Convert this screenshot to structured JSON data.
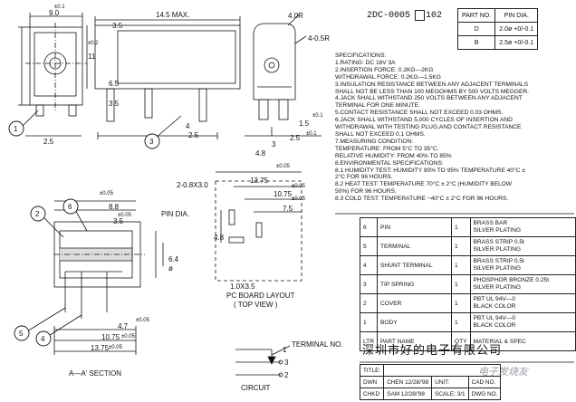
{
  "part_number": {
    "code": "2DC-0005",
    "box": "",
    "suffix": "102"
  },
  "pin_table": {
    "headers": [
      "PART NO.",
      "PIN DIA."
    ],
    "rows": [
      {
        "part": "D",
        "dia": "2.0ø +0/-0.1"
      },
      {
        "part": "B",
        "dia": "2.5ø +0/-0.1"
      }
    ]
  },
  "dimensions": {
    "top_view": [
      "±0.1",
      "9.0",
      "14.5 MAX.",
      "3.5",
      "4.0R",
      "4-0.5R",
      "±0.2",
      "11",
      "6.5",
      "3.5",
      "2.5",
      "4",
      "1.5",
      "±0.1",
      "2.5",
      "3",
      "4.8",
      "2.5",
      "±0.1"
    ],
    "section": [
      "2-0.8X3.0",
      "±0.05",
      "8.8",
      "±0.05",
      "3.5",
      "±0.05",
      "±0.05",
      "13.75",
      "±0.05",
      "10.75",
      "7.5",
      "4.8",
      "1.0X3.5",
      "PIN DIA.",
      "6.4",
      "ø",
      "±0.05",
      "4.7",
      "10.75",
      "13.75",
      "±0.05",
      "±0.05"
    ]
  },
  "callouts": [
    "1",
    "2",
    "3",
    "4",
    "5",
    "6"
  ],
  "view_labels": {
    "section": "A—A' SECTION",
    "pcb": "PC BOARD LAYOUT",
    "pcb_sub": "( TOP VIEW )",
    "circuit": "CIRCUIT",
    "terminal": "TERMINAL NO.",
    "circuit_nums": [
      "1",
      "3",
      "2"
    ]
  },
  "specifications": [
    "SPECIFICATIONS:",
    "1.RATING: DC 16V 3A",
    "2.INSERTION FORCE: 0.2KG—2KG",
    "  WITHDRAWAL FORCE: 0.2KG—1.5KG",
    "3.INSULATION RESISTANCE BETWEEN ANY ADJACENT TERMINALS",
    "  SHALL NOT BE LESS THAN 100 MEGOHMS BY 500 VOLTS MEGGER.",
    "4.JACK SHALL WITHSTAND 250 VOLTS BETWEEN ANY ADJACENT",
    "  TERMINAL FOR ONE MINUTE.",
    "5.CONTACT RESISTANCE SHALL NOT EXCEED 0.03 OHMS.",
    "6.JACK SHALL WITHSTAND 5,000 CYCLES OF INSERTION AND",
    "  WITHDRAWAL WITH TESTING PLUG,AND CONTACT RESISTANCE",
    "  SHALL NOT EXCEED 0.1 OHMS.",
    "7.MEASURING CONDITION:",
    "  TEMPERATURE:            FROM 5°C TO 35°C.",
    "  RELATIVE HUMIDITY: FROM 40% TO 85%",
    "8.ENVIRONMENTAL SPECIFICATIONS:",
    "  8.1 HUMIDITY TEST: HUMIDITY 90% TO 95% TEMPERATURE 40°C ±",
    "        2°C FOR 96 HOURS.",
    "  8.2 HEAT TEST: TEMPERATURE 70°C ± 2°C (HUMIDITY BELOW",
    "        50%) FOR 96 HOURS.",
    "  8.3 COLD TEST: TEMPERATURE −40°C ± 2°C FOR 96 HOURS."
  ],
  "parts_table": {
    "rows": [
      {
        "ltr": "6",
        "name": "PIN",
        "qty": "1",
        "material": [
          "BRASS BAR",
          "SILVER PLATING"
        ]
      },
      {
        "ltr": "5",
        "name": "TERMINAL",
        "qty": "1",
        "material": [
          "BRASS STRIP 0.5t",
          "SILVER PLATING"
        ]
      },
      {
        "ltr": "4",
        "name": "SHUNT TERMINAL",
        "qty": "1",
        "material": [
          "BRASS STRIP 0.5t",
          "SILVER PLATING"
        ]
      },
      {
        "ltr": "3",
        "name": "TIP SPRING",
        "qty": "1",
        "material": [
          "PHOSPHOR BRONZE 0.25t",
          "SILVER PLATING"
        ]
      },
      {
        "ltr": "2",
        "name": "COVER",
        "qty": "1",
        "material": [
          "PBT UL 94V—0",
          "BLACK COLOR"
        ]
      },
      {
        "ltr": "1",
        "name": "BODY",
        "qty": "1",
        "material": [
          "PBT UL 94V—0",
          "BLACK COLOR"
        ]
      }
    ],
    "headers": {
      "ltr": "LTR",
      "name": "PART NAME",
      "qty": "QTY",
      "material": "MATERIAL & SPEC"
    }
  },
  "company": "深圳市好的电子有限公司",
  "title_block": {
    "title": "TITLE:",
    "dwn": "DWN",
    "dwn_val": "CHEN 12/28/'98",
    "unit": "UNIT:",
    "unit_val": "",
    "chkd": "CHKD",
    "chkd_val": "SAM 12/28/'98",
    "scale": "SCALE: 3/1",
    "cad_no": "CAD NO.",
    "dwg_no": "DWG NO."
  },
  "watermark": "电子发烧友"
}
